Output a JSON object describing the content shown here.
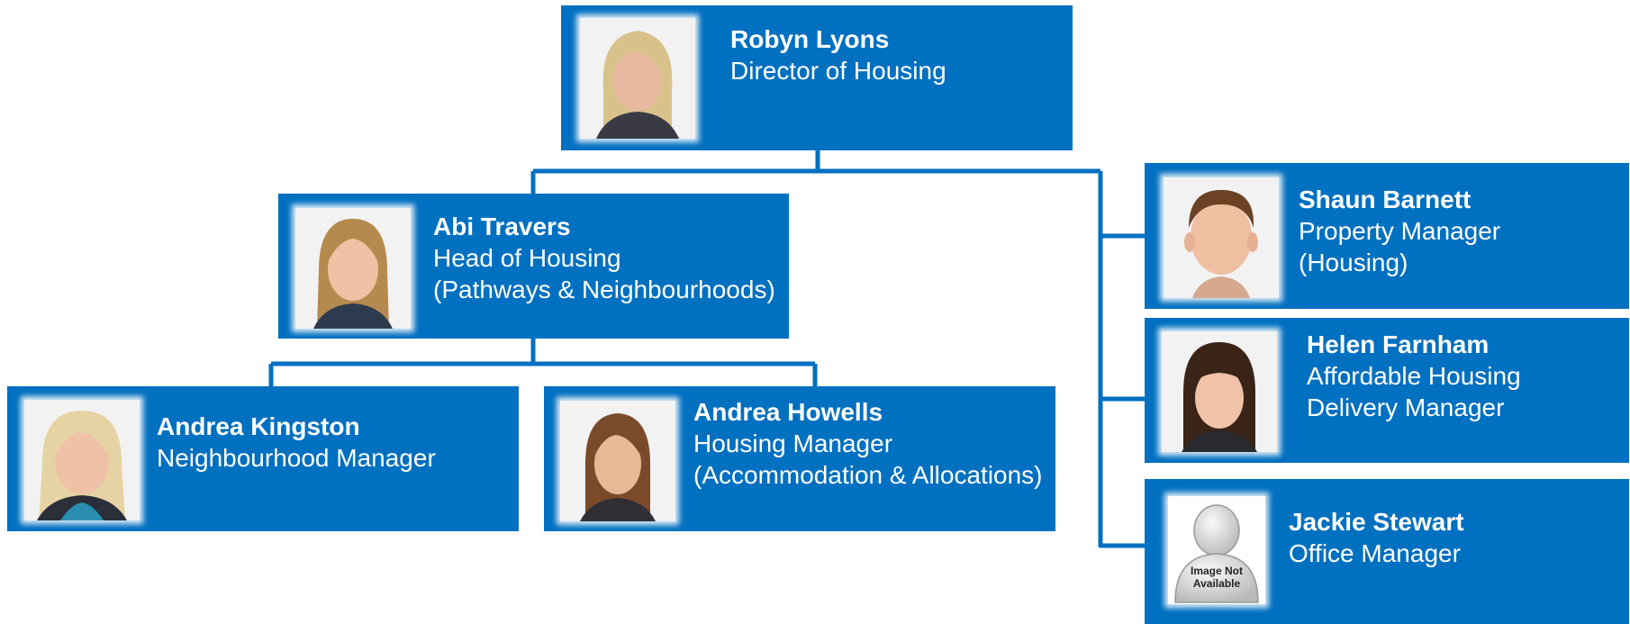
{
  "colors": {
    "card": "#0070c0",
    "connector": "#0070c0",
    "text": "#ffffff"
  },
  "people": {
    "robyn": {
      "name": "Robyn Lyons",
      "role": [
        "Director of Housing"
      ],
      "photo_icon": "portrait-blonde-woman-icon"
    },
    "abi": {
      "name": "Abi Travers",
      "role": [
        "Head of Housing",
        "(Pathways & Neighbourhoods)"
      ],
      "photo_icon": "portrait-woman-icon"
    },
    "kingston": {
      "name": "Andrea Kingston",
      "role": [
        "Neighbourhood Manager"
      ],
      "photo_icon": "portrait-blonde-woman-icon"
    },
    "howells": {
      "name": "Andrea Howells",
      "role": [
        "Housing Manager",
        "(Accommodation & Allocations)"
      ],
      "photo_icon": "portrait-woman-icon"
    },
    "shaun": {
      "name": "Shaun Barnett",
      "role": [
        "Property Manager",
        "(Housing)"
      ],
      "photo_icon": "portrait-man-icon"
    },
    "helen": {
      "name": "Helen Farnham",
      "role": [
        "Affordable Housing",
        "Delivery Manager"
      ],
      "photo_icon": "portrait-dark-haired-woman-icon"
    },
    "jackie": {
      "name": "Jackie Stewart",
      "role": [
        "Office Manager"
      ],
      "photo_icon": "image-not-available-icon",
      "photo_placeholder": [
        "Image Not",
        "Available"
      ]
    }
  }
}
